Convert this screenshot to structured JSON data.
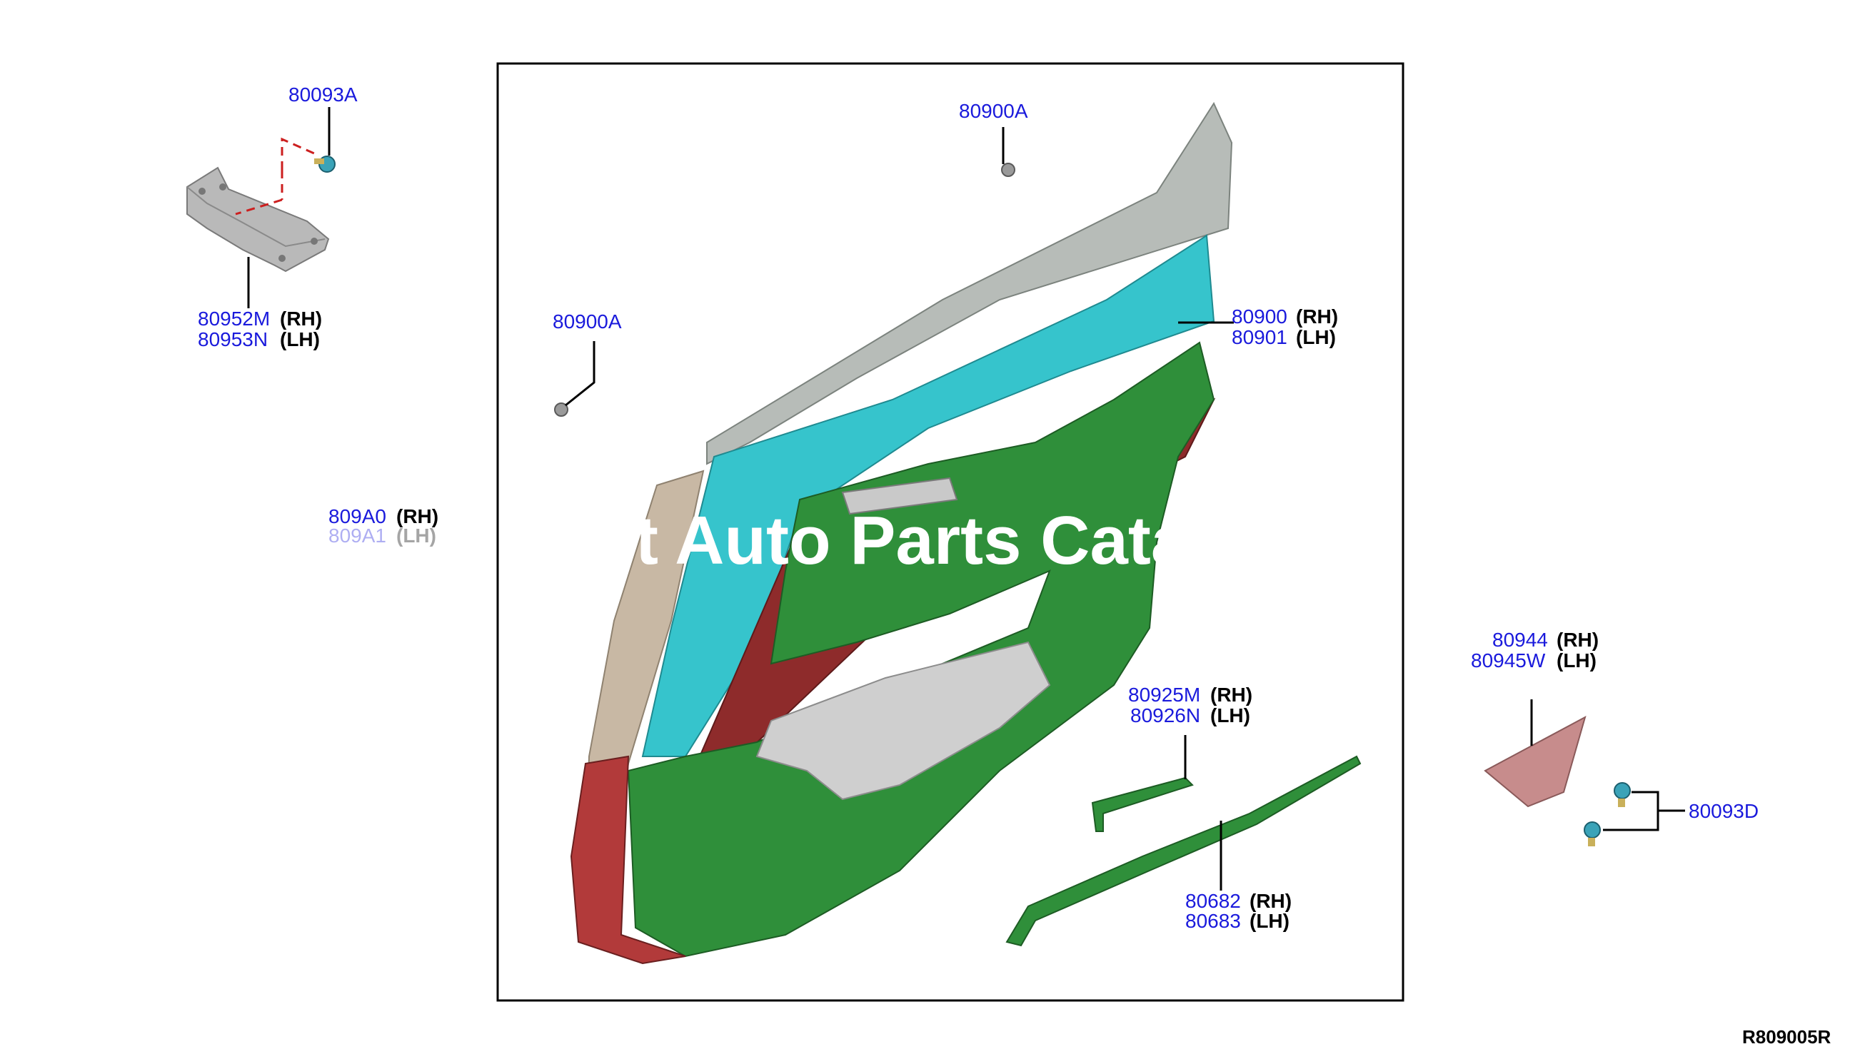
{
  "watermark": "t Auto Parts Catal",
  "figure_code": "R809005R",
  "labels": {
    "p80093A": "80093A",
    "p80900A_top": "80900A",
    "p80952M": "80952M",
    "p80952M_side": "(RH)",
    "p80953N": "80953N",
    "p80953N_side": "(LH)",
    "p80900A_left": "80900A",
    "p80900": "80900",
    "p80900_side": "(RH)",
    "p80901": "80901",
    "p80901_side": "(LH)",
    "p809A0": "809A0",
    "p809A0_side": "(RH)",
    "p809A1": "809A1",
    "p809A1_side": "(LH)",
    "p80944": "80944",
    "p80944_side": "(RH)",
    "p80945W": "80945W",
    "p80945W_side": "(LH)",
    "p80925M": "80925M",
    "p80925M_side": "(RH)",
    "p80926N": "80926N",
    "p80926N_side": "(LH)",
    "p80093D": "80093D",
    "p80682": "80682",
    "p80682_side": "(RH)",
    "p80683": "80683",
    "p80683_side": "(LH)"
  },
  "colors": {
    "upper_trim": "#b7bcb8",
    "cyan_panel": "#36c4cc",
    "green_panel": "#2f8f3a",
    "red_insert": "#8e2b2b",
    "beige_edge": "#c8b8a4",
    "grey_pocket": "#cfcfcf",
    "label_blue": "#1a1adc"
  }
}
